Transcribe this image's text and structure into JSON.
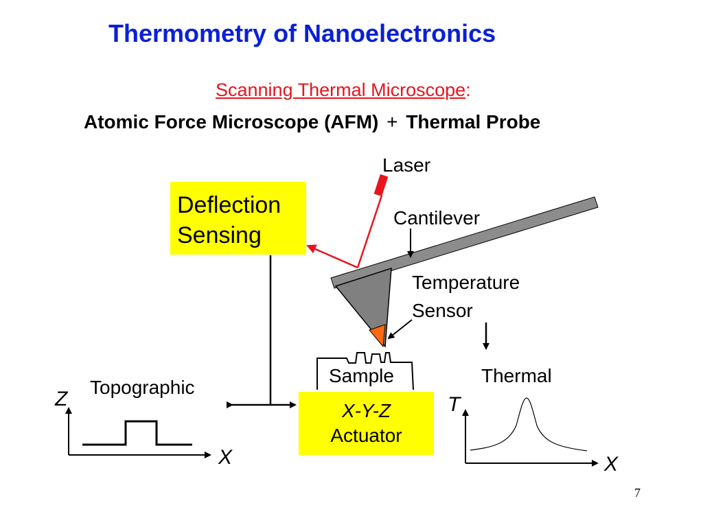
{
  "slide": {
    "title": "Thermometry of Nanoelectronics",
    "subtitle_underlined": "Scanning Thermal Microscope",
    "subtitle_colon": ":",
    "headline_left": "Atomic Force Microscope (AFM)",
    "headline_plus": "+",
    "headline_right": "Thermal Probe",
    "page_number": "7"
  },
  "diagram": {
    "laser_label": "Laser",
    "cantilever_label": "Cantilever",
    "temperature_sensor_line1": "Temperature",
    "temperature_sensor_line2": "Sensor",
    "deflection_line1": "Deflection",
    "deflection_line2": "Sensing",
    "sample_label": "Sample",
    "actuator_line1": "X-Y-Z",
    "actuator_line2": "Actuator",
    "topographic_label": "Topographic",
    "thermal_label": "Thermal",
    "topo_y_axis": "Z",
    "topo_x_axis": "X",
    "thermal_y_axis": "T",
    "thermal_x_axis": "X"
  },
  "colors": {
    "title_blue": "#0a20d6",
    "subtitle_red": "#e8141e",
    "box_yellow": "#ffff00",
    "laser_red": "#e8141e",
    "tip_gray": "#808080",
    "sensor_orange": "#ff6a10"
  }
}
